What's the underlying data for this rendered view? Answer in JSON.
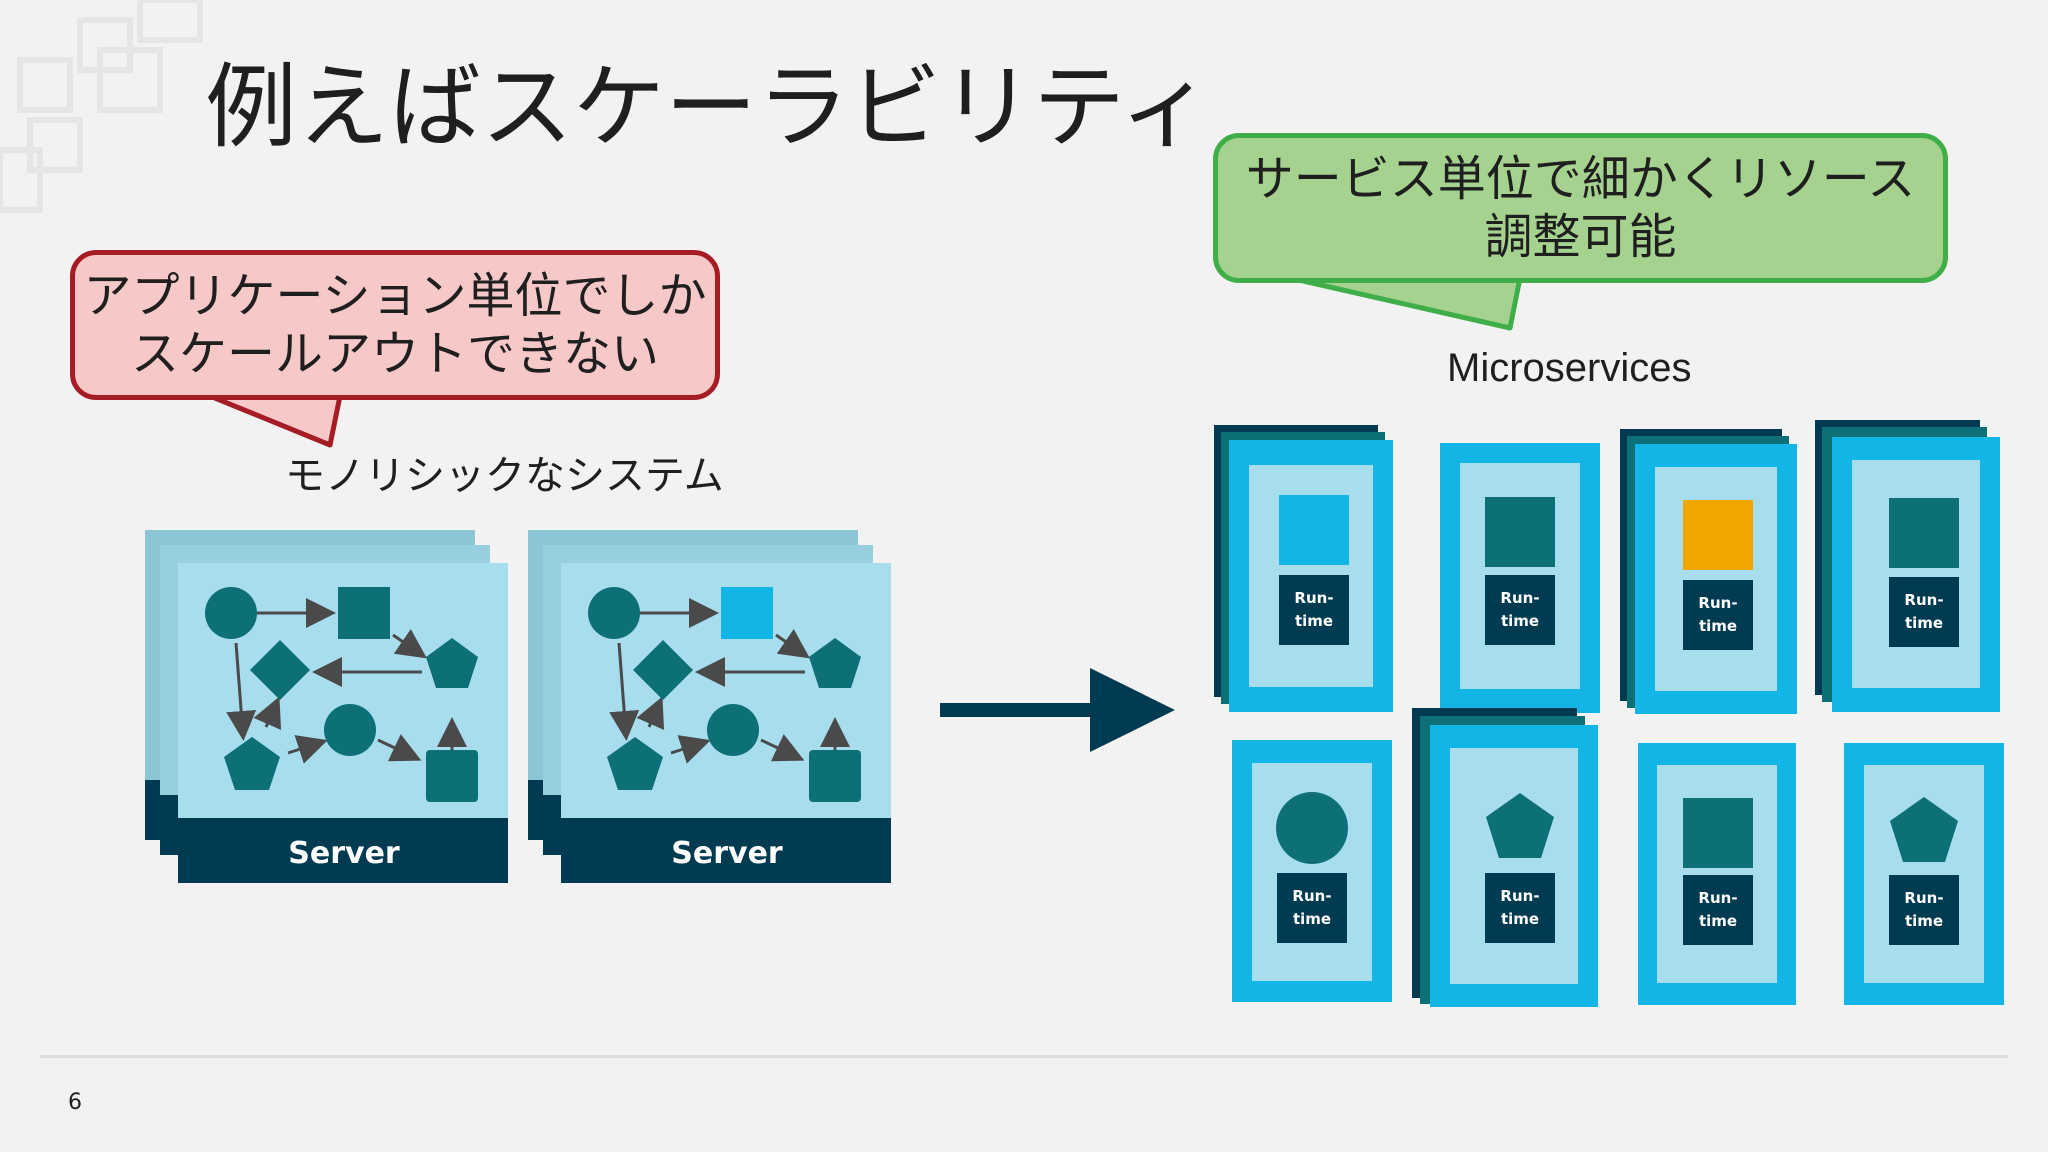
{
  "slide": {
    "title": "例えばスケーラビリティ",
    "page_number": "6"
  },
  "callout_monolith": {
    "line1": "アプリケーション単位でしか",
    "line2": "スケールアウトできない"
  },
  "callout_micro": {
    "line1": "サービス単位で細かくリソース",
    "line2": "調整可能"
  },
  "labels": {
    "monolith": "モノリシックなシステム",
    "microservices": "Microservices"
  },
  "servers": [
    {
      "label": "Server",
      "highlight_color": "#0e7077"
    },
    {
      "label": "Server",
      "highlight_color": "#12b5e6"
    }
  ],
  "runtime": {
    "line1": "Run-",
    "line2": "time"
  },
  "colors": {
    "dark_navy": "#003b52",
    "teal": "#0e7077",
    "cyan": "#12b5e6",
    "light_blue": "#a7dded",
    "orange": "#f0a500",
    "red_border": "#a61c24",
    "red_fill": "#f7c8c8",
    "green_border": "#3fae49",
    "green_fill": "#a5d28e"
  },
  "microservices": [
    {
      "row": 1,
      "col": 1,
      "shape": "square",
      "color": "#12b5e6",
      "stacked": true
    },
    {
      "row": 1,
      "col": 2,
      "shape": "square",
      "color": "#0e7077",
      "stacked": false
    },
    {
      "row": 1,
      "col": 3,
      "shape": "square",
      "color": "#f0a500",
      "stacked": true
    },
    {
      "row": 1,
      "col": 4,
      "shape": "square",
      "color": "#0e7077",
      "stacked": true
    },
    {
      "row": 2,
      "col": 1,
      "shape": "circle",
      "color": "#0e7077",
      "stacked": false
    },
    {
      "row": 2,
      "col": 2,
      "shape": "pentagon",
      "color": "#0e7077",
      "stacked": true
    },
    {
      "row": 2,
      "col": 3,
      "shape": "square",
      "color": "#0e7077",
      "stacked": false
    },
    {
      "row": 2,
      "col": 4,
      "shape": "pentagon",
      "color": "#0e7077",
      "stacked": false
    }
  ]
}
